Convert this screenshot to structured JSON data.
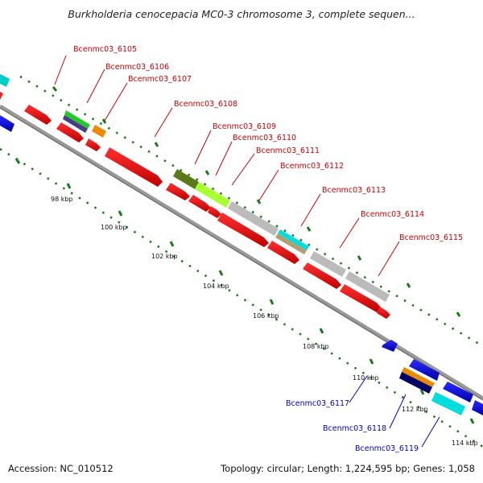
{
  "title": "Burkholderia cenocepacia MC0-3 chromosome 3, complete sequen...",
  "footer": {
    "accession": "Accession: NC_010512",
    "summary": "Topology: circular; Length: 1,224,595 bp; Genes: 1,058"
  },
  "colors": {
    "forward_label": "#cc0000",
    "reverse_label": "#0000cc",
    "tick": "#1a7a1a",
    "backbone": "#999999"
  },
  "kbp_labels": [
    "98 kbp",
    "100 kbp",
    "102 kbp",
    "104 kbp",
    "106 kbp",
    "108 kbp",
    "110 kbp",
    "112 kbp",
    "114 kbp"
  ],
  "gene_labels_forward": [
    "Bcenmc03_6105",
    "Bcenmc03_6106",
    "Bcenmc03_6107",
    "Bcenmc03_6108",
    "Bcenmc03_6109",
    "Bcenmc03_6110",
    "Bcenmc03_6111",
    "Bcenmc03_6112",
    "Bcenmc03_6113",
    "Bcenmc03_6114",
    "Bcenmc03_6115"
  ],
  "gene_labels_reverse": [
    "Bcenmc03_6117",
    "Bcenmc03_6118",
    "Bcenmc03_6119"
  ]
}
